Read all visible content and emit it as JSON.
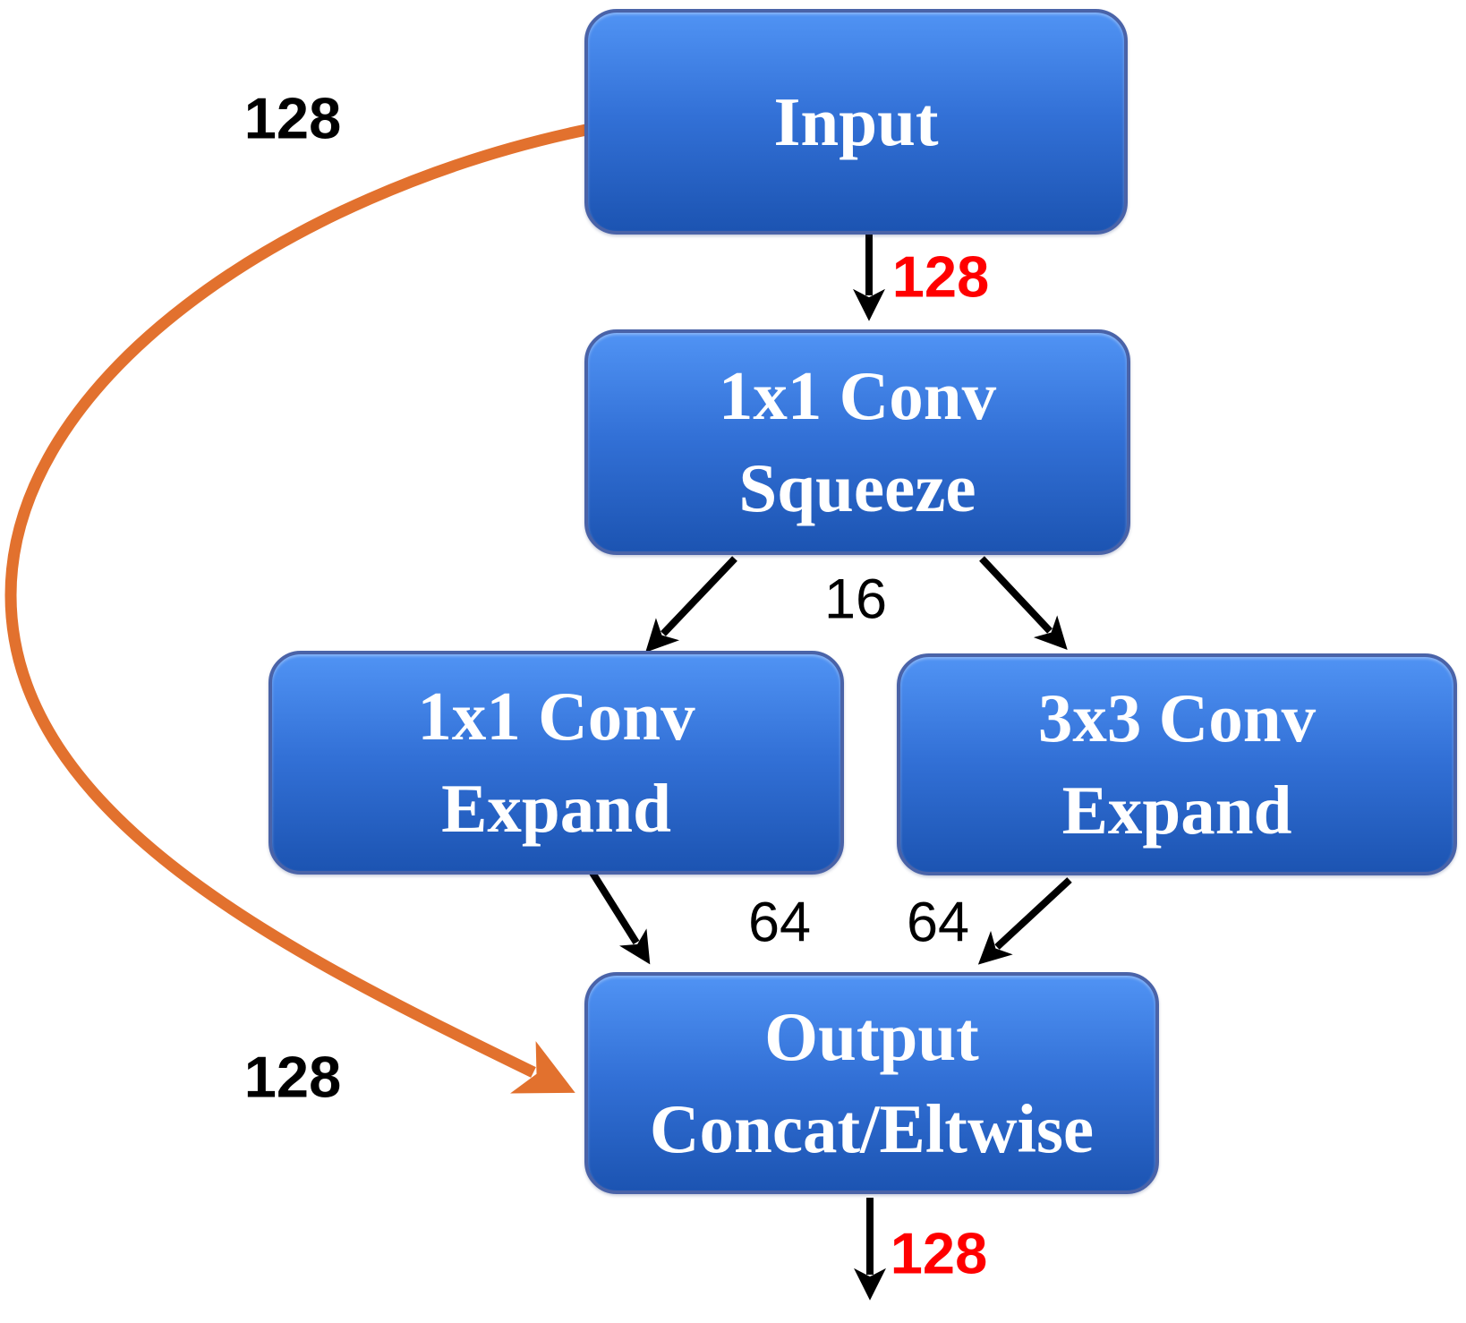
{
  "diagram": {
    "nodes": {
      "input": {
        "line1": "Input",
        "line2": ""
      },
      "squeeze": {
        "line1": "1x1 Conv",
        "line2": "Squeeze"
      },
      "expand1": {
        "line1": "1x1 Conv",
        "line2": "Expand"
      },
      "expand2": {
        "line1": "3x3 Conv",
        "line2": "Expand"
      },
      "output": {
        "line1": "Output",
        "line2": "Concat/Eltwise"
      }
    },
    "edge_labels": {
      "input_to_squeeze": {
        "text": "128",
        "color": "#FF0000"
      },
      "squeeze_to_expands": {
        "text": "16",
        "color": "#000000"
      },
      "expand1_to_output": {
        "text": "64",
        "color": "#000000"
      },
      "expand2_to_output": {
        "text": "64",
        "color": "#000000"
      },
      "output_down": {
        "text": "128",
        "color": "#FF0000"
      },
      "bypass_top": {
        "text": "128",
        "color": "#000000"
      },
      "bypass_bottom": {
        "text": "128",
        "color": "#000000"
      }
    },
    "colors": {
      "background": "#FFFFFF",
      "node_fill_top": "#5093F4",
      "node_fill_bottom": "#1C54B2",
      "node_border": "#4A63A8",
      "node_text": "#FFFFFF",
      "arrow_black": "#000000",
      "bypass_orange": "#E2712E",
      "channel_count_red": "#FF0000"
    }
  }
}
